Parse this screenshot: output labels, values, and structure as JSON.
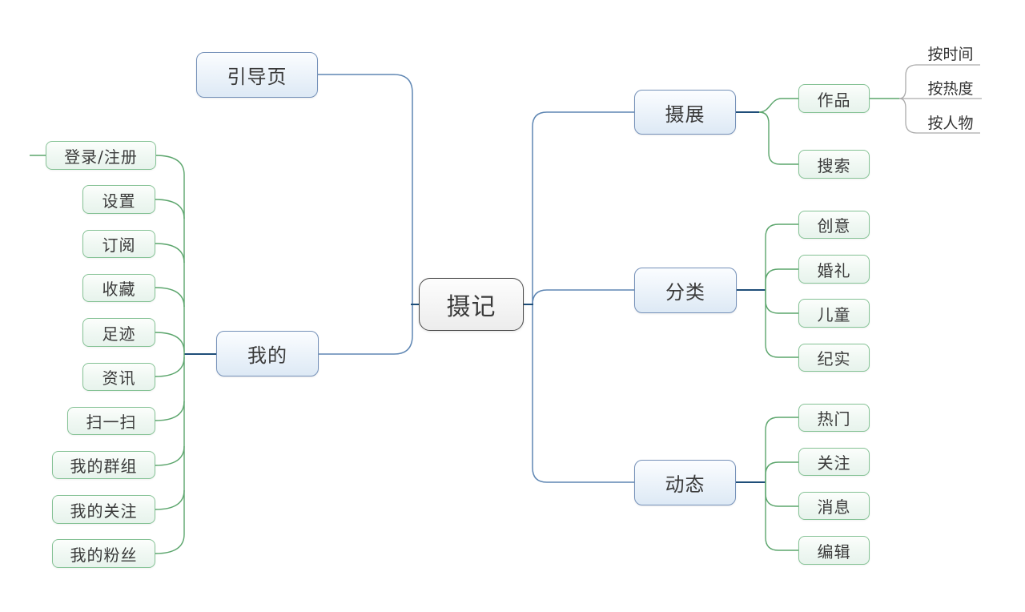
{
  "diagram": {
    "root": "摄记",
    "guide": "引导页",
    "mine": {
      "label": "我的",
      "children": [
        "登录/注册",
        "设置",
        "订阅",
        "收藏",
        "足迹",
        "资讯",
        "扫一扫",
        "我的群组",
        "我的关注",
        "我的粉丝"
      ]
    },
    "exhibition": {
      "label": "摄展",
      "works": {
        "label": "作品",
        "children": [
          "按时间",
          "按热度",
          "按人物"
        ]
      },
      "search": "搜索"
    },
    "category": {
      "label": "分类",
      "children": [
        "创意",
        "婚礼",
        "儿童",
        "纪实"
      ]
    },
    "moments": {
      "label": "动态",
      "children": [
        "热门",
        "关注",
        "消息",
        "编辑"
      ]
    }
  },
  "colors": {
    "root_node_border": "#4a4a4a",
    "root_node_fill": "#f0f0f0",
    "level1_node_border": "#7591b9",
    "level1_node_fill": "#dde9f5",
    "level2_node_border": "#85c295",
    "level2_node_fill": "#e7f3ec",
    "level1_connector": "#5e86b3",
    "stub_connector": "#1f4e79",
    "level2_connector": "#5ba56c",
    "level3_connector": "#ababab",
    "text": "#3a3a3a",
    "background": "#ffffff"
  }
}
